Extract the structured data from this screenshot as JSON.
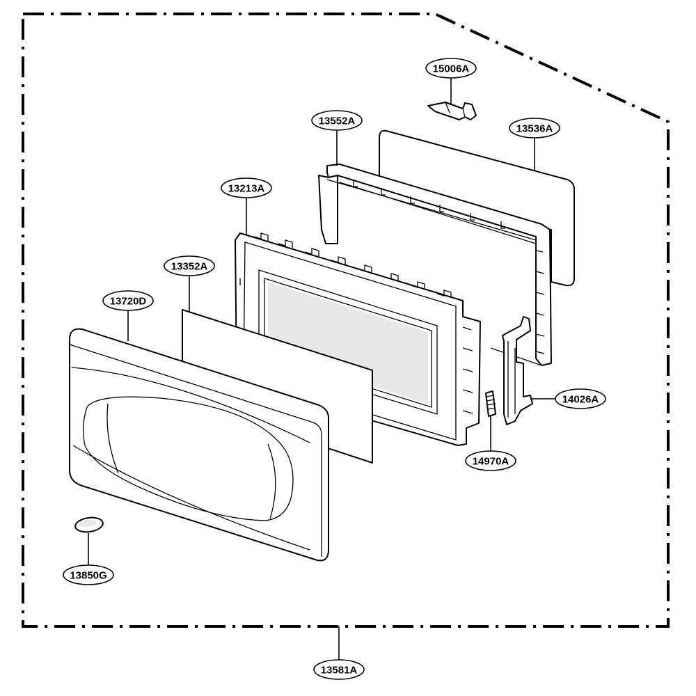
{
  "diagram": {
    "parts": [
      {
        "id": "15006A",
        "label": "15006A"
      },
      {
        "id": "13552A",
        "label": "13552A"
      },
      {
        "id": "13536A",
        "label": "13536A"
      },
      {
        "id": "13213A",
        "label": "13213A"
      },
      {
        "id": "13352A",
        "label": "13352A"
      },
      {
        "id": "13720D",
        "label": "13720D"
      },
      {
        "id": "14026A",
        "label": "14026A"
      },
      {
        "id": "14970A",
        "label": "14970A"
      },
      {
        "id": "13850G",
        "label": "13850G"
      },
      {
        "id": "13581A",
        "label": "13581A"
      }
    ]
  }
}
